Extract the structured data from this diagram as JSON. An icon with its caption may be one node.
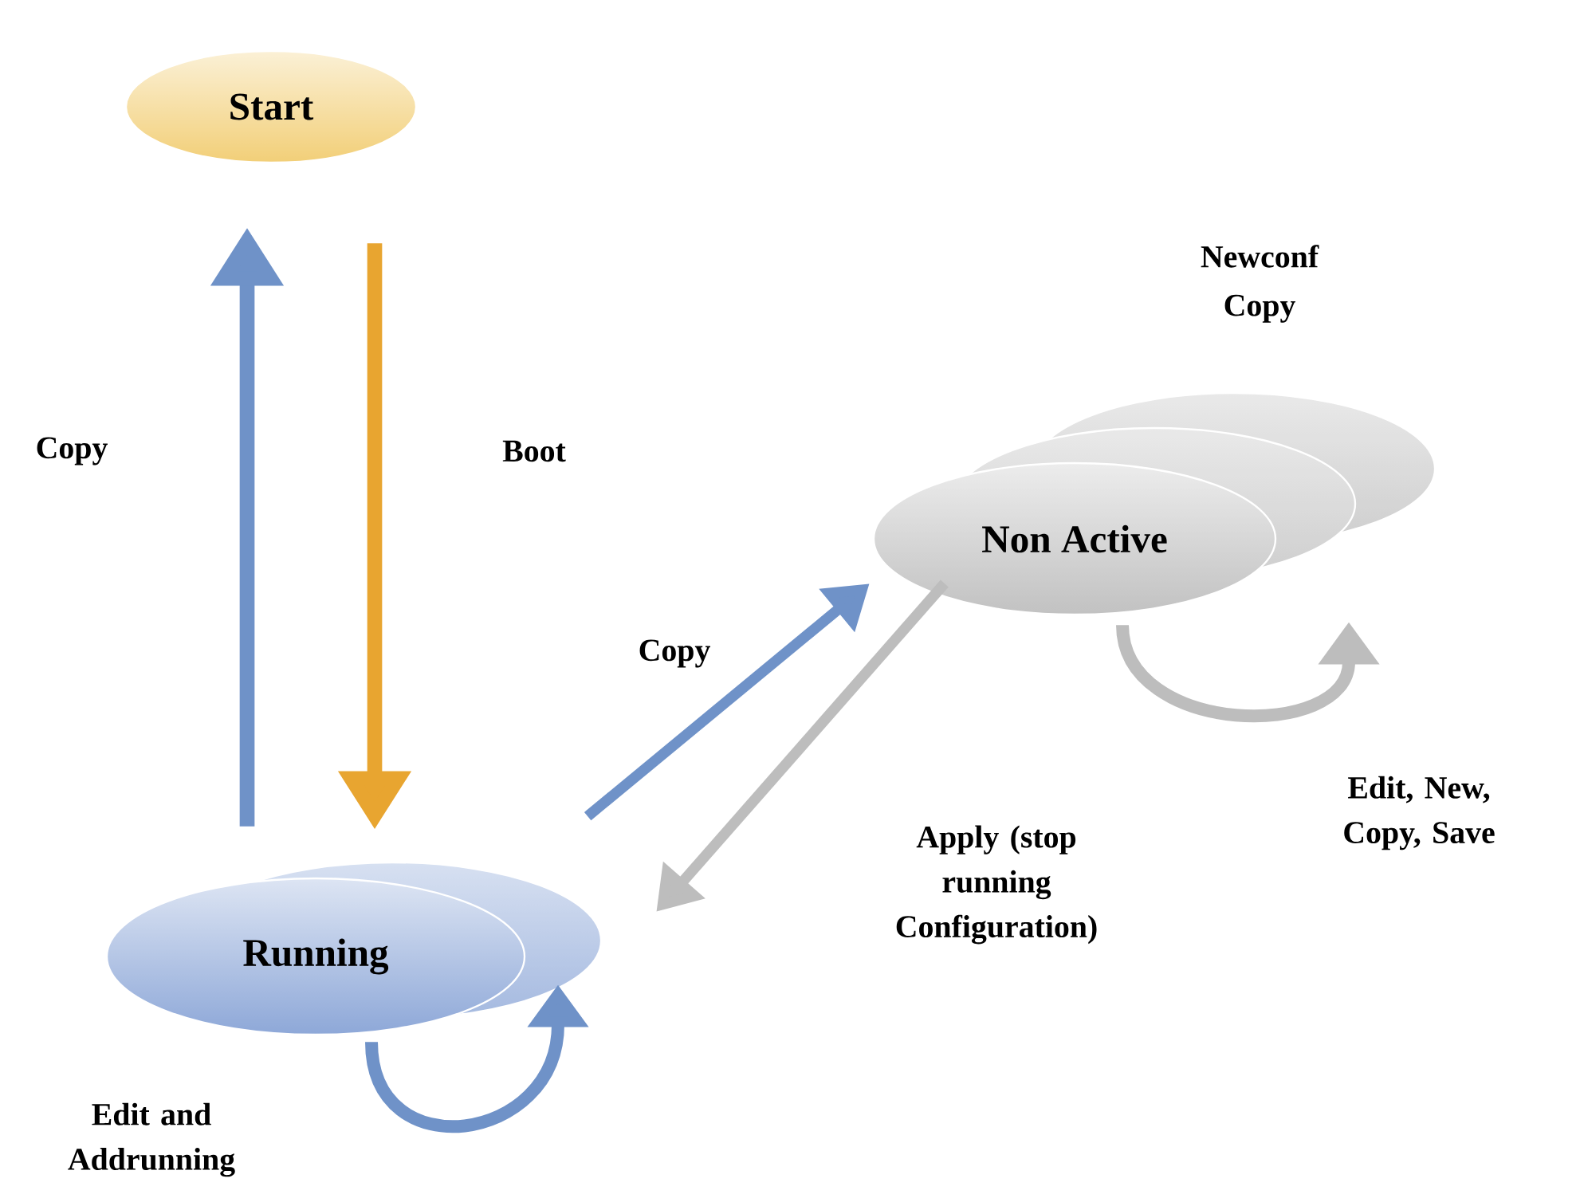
{
  "diagram": {
    "nodes": [
      {
        "text": [
          "Start"
        ]
      },
      {
        "text": [
          "Running"
        ]
      },
      {
        "text": [
          "Non Active"
        ],
        "beside": [
          "Newconf Copy"
        ]
      }
    ],
    "edges": [
      {
        "from": 1,
        "to": 0,
        "arrow": "to",
        "label": "Copy"
      },
      {
        "from": 0,
        "to": 1,
        "arrow": "to",
        "label": "Boot",
        "color": "#e8a530"
      },
      {
        "from": 1,
        "to": 2,
        "arrow": "to",
        "label": "Copy"
      },
      {
        "from": 2,
        "to": 1,
        "arrow": "to",
        "label": "Apply (stop running Configuration)",
        "color": "#bdbdbd"
      },
      {
        "from": 2,
        "to": 2,
        "arrow": "to",
        "label": "Edit, New, Copy, Save",
        "color": "#bdbdbd"
      },
      {
        "from": 1,
        "to": 1,
        "arrow": "to",
        "label": "Edit and Addrunning"
      }
    ]
  }
}
